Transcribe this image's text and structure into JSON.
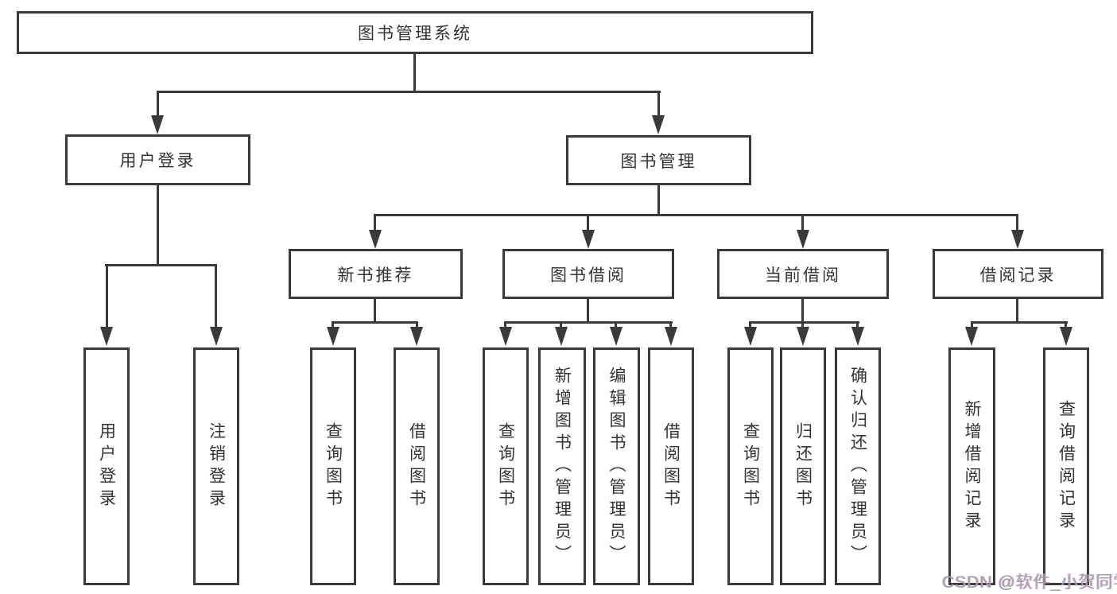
{
  "diagram": {
    "colors": {
      "line": "#3a3a3a",
      "text": "#333333",
      "background": "#ffffff",
      "watermark": "#a0a0a8"
    },
    "nodes": {
      "root": "图书管理系统",
      "user_login": "用户登录",
      "book_mgmt": "图书管理",
      "new_book_rec": "新书推荐",
      "book_borrow": "图书借阅",
      "current_borrow": "当前借阅",
      "borrow_record": "借阅记录",
      "leaf_user_login": "用户登录",
      "leaf_logout": "注销登录",
      "leaf_rec_query": "查询图书",
      "leaf_rec_borrow": "借阅图书",
      "leaf_bb_query": "查询图书",
      "leaf_bb_add": "新增图书（管理员）",
      "leaf_bb_edit": "编辑图书（管理员）",
      "leaf_bb_borrow": "借阅图书",
      "leaf_cb_query": "查询图书",
      "leaf_cb_return": "归还图书",
      "leaf_cb_confirm": "确认归还（管理员）",
      "leaf_br_add": "新增借阅记录",
      "leaf_br_query": "查询借阅记录"
    },
    "watermark": "CSDN @软件_小贺同学"
  }
}
